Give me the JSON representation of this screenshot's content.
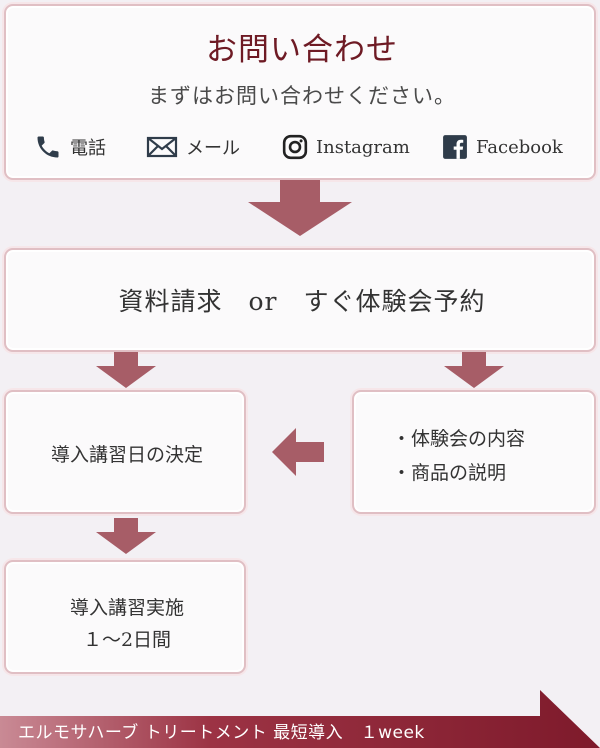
{
  "contact": {
    "title": "お問い合わせ",
    "subtitle": "まずはお問い合わせください。",
    "methods": [
      {
        "icon": "phone-icon",
        "label": "電話"
      },
      {
        "icon": "mail-icon",
        "label": "メール"
      },
      {
        "icon": "instagram-icon",
        "label": "Instagram"
      },
      {
        "icon": "facebook-icon",
        "label": "Facebook"
      }
    ]
  },
  "step2": {
    "label": "資料請求　or　すぐ体験会予約"
  },
  "decision": {
    "label": "導入講習日の決定"
  },
  "info": {
    "lines": [
      "・体験会の内容",
      "・商品の説明"
    ]
  },
  "implementation": {
    "line1": "導入講習実施",
    "line2": "１～2日間"
  },
  "banner": {
    "label": "エルモサハーブ トリートメント 最短導入　１week"
  },
  "colors": {
    "arrow": "#a75d67",
    "box_border": "#e0bfc4",
    "title": "#6e1a24",
    "banner": "#8a1f30",
    "background": "#f3f0f4"
  }
}
